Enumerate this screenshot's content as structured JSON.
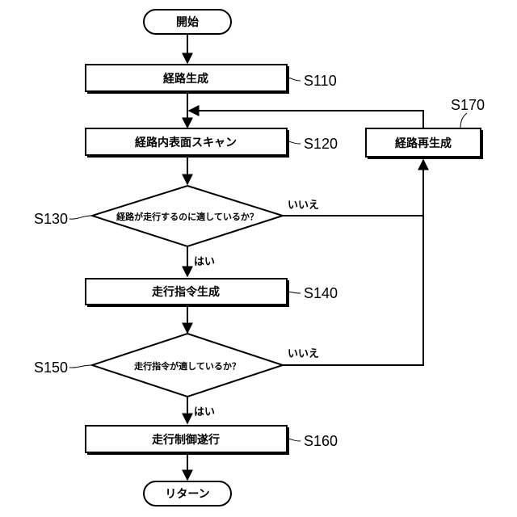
{
  "nodes": {
    "start": "開始",
    "s110": "経路生成",
    "s120": "経路内表面スキャン",
    "s130": "経路が走行するのに適しているか？",
    "s140": "走行指令生成",
    "s150": "走行指令が適しているか？",
    "s160": "走行制御遂行",
    "s170": "経路再生成",
    "end": "リターン"
  },
  "step_labels": {
    "s110": "S110",
    "s120": "S120",
    "s130": "S130",
    "s140": "S140",
    "s150": "S150",
    "s160": "S160",
    "s170": "S170"
  },
  "edges": {
    "yes_1": "はい",
    "yes_2": "はい",
    "no_1": "いいえ",
    "no_2": "いいえ"
  }
}
